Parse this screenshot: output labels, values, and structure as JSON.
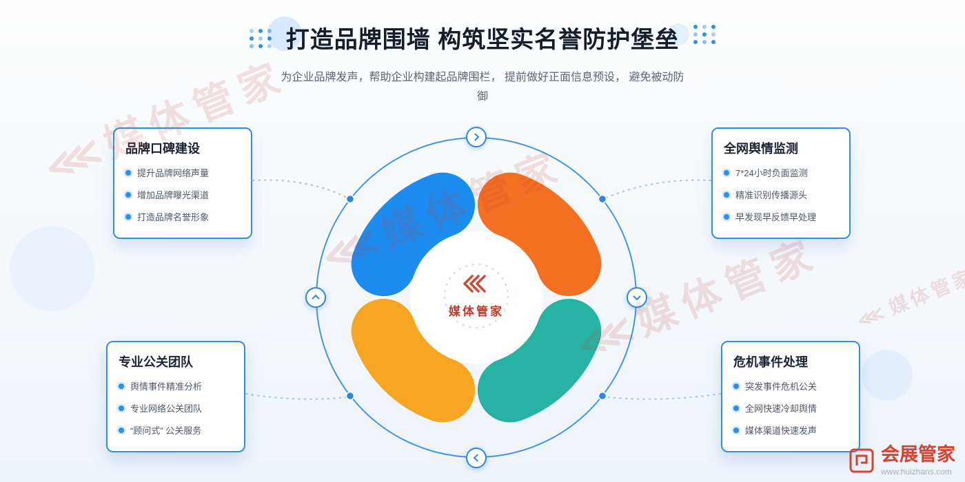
{
  "page": {
    "title": "打造品牌围墙 构筑坚实名誉防护堡垒",
    "subtitle": "为企业品牌发声，帮助企业构建起品牌围栏， 提前做好正面信息预设， 避免被动防御"
  },
  "diagram": {
    "center_logo_text": "媒体管家",
    "nav_arrows": [
      "right",
      "down",
      "left",
      "up"
    ]
  },
  "watermark": {
    "text": "媒体管家"
  },
  "cards": [
    {
      "title": "品牌口碑建设",
      "items": [
        "提升品牌网络声量",
        "增加品牌曝光渠道",
        "打造品牌名誉形象"
      ]
    },
    {
      "title": "全网舆情监测",
      "items": [
        "7*24小时负面监测",
        "精准识别传播源头",
        "早发现早反馈早处理"
      ]
    },
    {
      "title": "专业公关团队",
      "items": [
        "舆情事件精准分析",
        "专业网络公关团队",
        "“顾问式” 公关服务"
      ]
    },
    {
      "title": "危机事件处理",
      "items": [
        "突发事件危机公关",
        "全网快速冷却舆情",
        "媒体渠道快速发声"
      ]
    }
  ],
  "footer": {
    "brand": "会展管家",
    "url": "www.huizhans.com"
  },
  "colors": {
    "accent_blue": "#2e86e0",
    "quadrant_blue": "#1d8cf0",
    "quadrant_orange": "#f36f21",
    "quadrant_teal": "#27b3a3",
    "quadrant_yellow": "#f6a623",
    "brand_red": "#d9402e"
  }
}
